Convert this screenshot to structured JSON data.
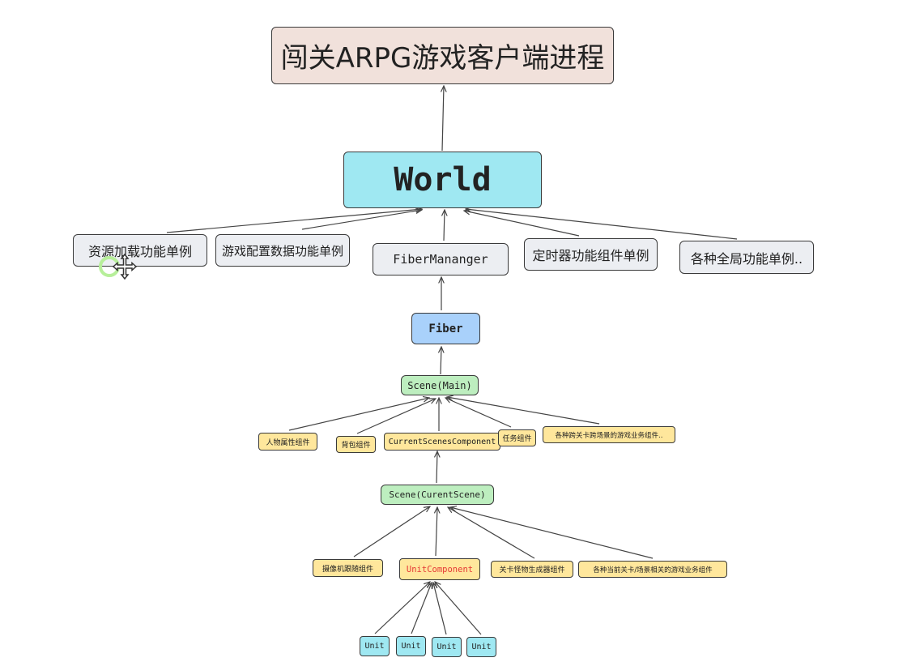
{
  "nodes": {
    "root": "闯关ARPG游戏客户端进程",
    "world": "World",
    "res_loader": "资源加载功能单例",
    "game_config": "游戏配置数据功能单例",
    "fiber_manager": "FiberMananger",
    "timer": "定时器功能组件单例",
    "global_misc": "各种全局功能单例..",
    "fiber": "Fiber",
    "scene_main": "Scene(Main)",
    "char_attr": "人物属性组件",
    "backpack": "背包组件",
    "current_scenes_component": "CurrentScenesComponent",
    "task": "任务组件",
    "cross_level": "各种跨关卡跨场景的游戏业务组件..",
    "scene_current": "Scene(CurentScene)",
    "camera_follow": "摄像机跟随组件",
    "unit_component": "UnitComponent",
    "monster_spawner": "关卡怪物生成器组件",
    "level_related": "各种当前关卡/场景相关的游戏业务组件",
    "unit_1": "Unit",
    "unit_2": "Unit",
    "unit_3": "Unit",
    "unit_4": "Unit"
  },
  "colors": {
    "root_fill": "#f1e1db",
    "world_fill": "#9fe8f2",
    "singleton_fill": "#eceef2",
    "fiber_fill": "#a9d1fb",
    "scene_fill": "#bdeebf",
    "component_fill": "#ffe79c",
    "unit_fill": "#9fe8f2",
    "highlight_text": "#e53935",
    "edge": "#444444"
  },
  "icons": {
    "cursor": "move-cursor-icon"
  }
}
